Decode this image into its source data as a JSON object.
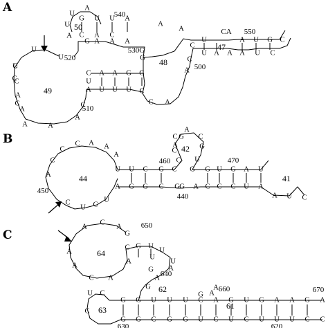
{
  "panels": [
    {
      "label": "A",
      "loops": [
        "50",
        "48",
        "49",
        "47"
      ],
      "positions": [
        "520",
        "540",
        "530G",
        "550",
        "500",
        "510"
      ],
      "extra": [
        "CA"
      ],
      "strands": [
        [
          "U",
          "A",
          "U",
          "G",
          "U",
          "U",
          "A",
          "A",
          "A",
          "C",
          "U",
          "A",
          "U",
          "G",
          "C"
        ],
        [
          "A",
          "C",
          "A",
          "C",
          "U",
          "A",
          "C",
          "A",
          "A",
          "U",
          "U",
          "C",
          "C",
          "A",
          "A"
        ],
        [
          "G",
          "G",
          "A",
          "A",
          "G",
          "C",
          "A",
          "U",
          "U",
          "U",
          "A",
          "C",
          "U",
          "C",
          "A"
        ],
        [
          "G",
          "A",
          "A",
          "A",
          "C",
          "U",
          "C",
          "A",
          "A",
          "A",
          "C",
          "C",
          "U"
        ]
      ]
    },
    {
      "label": "B",
      "loops": [
        "44",
        "42",
        "41"
      ],
      "positions": [
        "460",
        "470",
        "450",
        "440"
      ],
      "strands": [
        [
          "C",
          "A",
          "A",
          "C",
          "A",
          "C",
          "A",
          "C",
          "A",
          "C",
          "U",
          "G",
          "C",
          "C",
          "U",
          "C"
        ],
        [
          "U",
          "U",
          "C",
          "G",
          "C",
          "U",
          "G",
          "U",
          "G",
          "G",
          "A",
          "U",
          "G",
          "A"
        ],
        [
          "A",
          "G",
          "G",
          "C",
          "G",
          "G",
          "C",
          "A",
          "C",
          "C",
          "U",
          "A",
          "C",
          "A",
          "U",
          "C"
        ]
      ]
    },
    {
      "label": "C",
      "loops": [
        "64",
        "63",
        "62",
        "61"
      ],
      "positions": [
        "650",
        "640",
        "660",
        "670",
        "630",
        "620"
      ],
      "strands": [
        [
          "A",
          "C",
          "A",
          "G",
          "C",
          "U",
          "A",
          "A",
          "G",
          "A",
          "U",
          "U",
          "A",
          "G",
          "G",
          "A"
        ],
        [
          "G",
          "G",
          "U",
          "U",
          "U",
          "C",
          "A",
          "G",
          "U",
          "G",
          "A",
          "A",
          "G",
          "A",
          "G",
          "U"
        ],
        [
          "G",
          "G",
          "C",
          "G",
          "G",
          "U",
          "C",
          "U",
          "C",
          "U",
          "U",
          "U",
          "C",
          "C",
          "U",
          "C"
        ],
        [
          "A",
          "A",
          "C",
          "A",
          "C"
        ]
      ]
    }
  ]
}
